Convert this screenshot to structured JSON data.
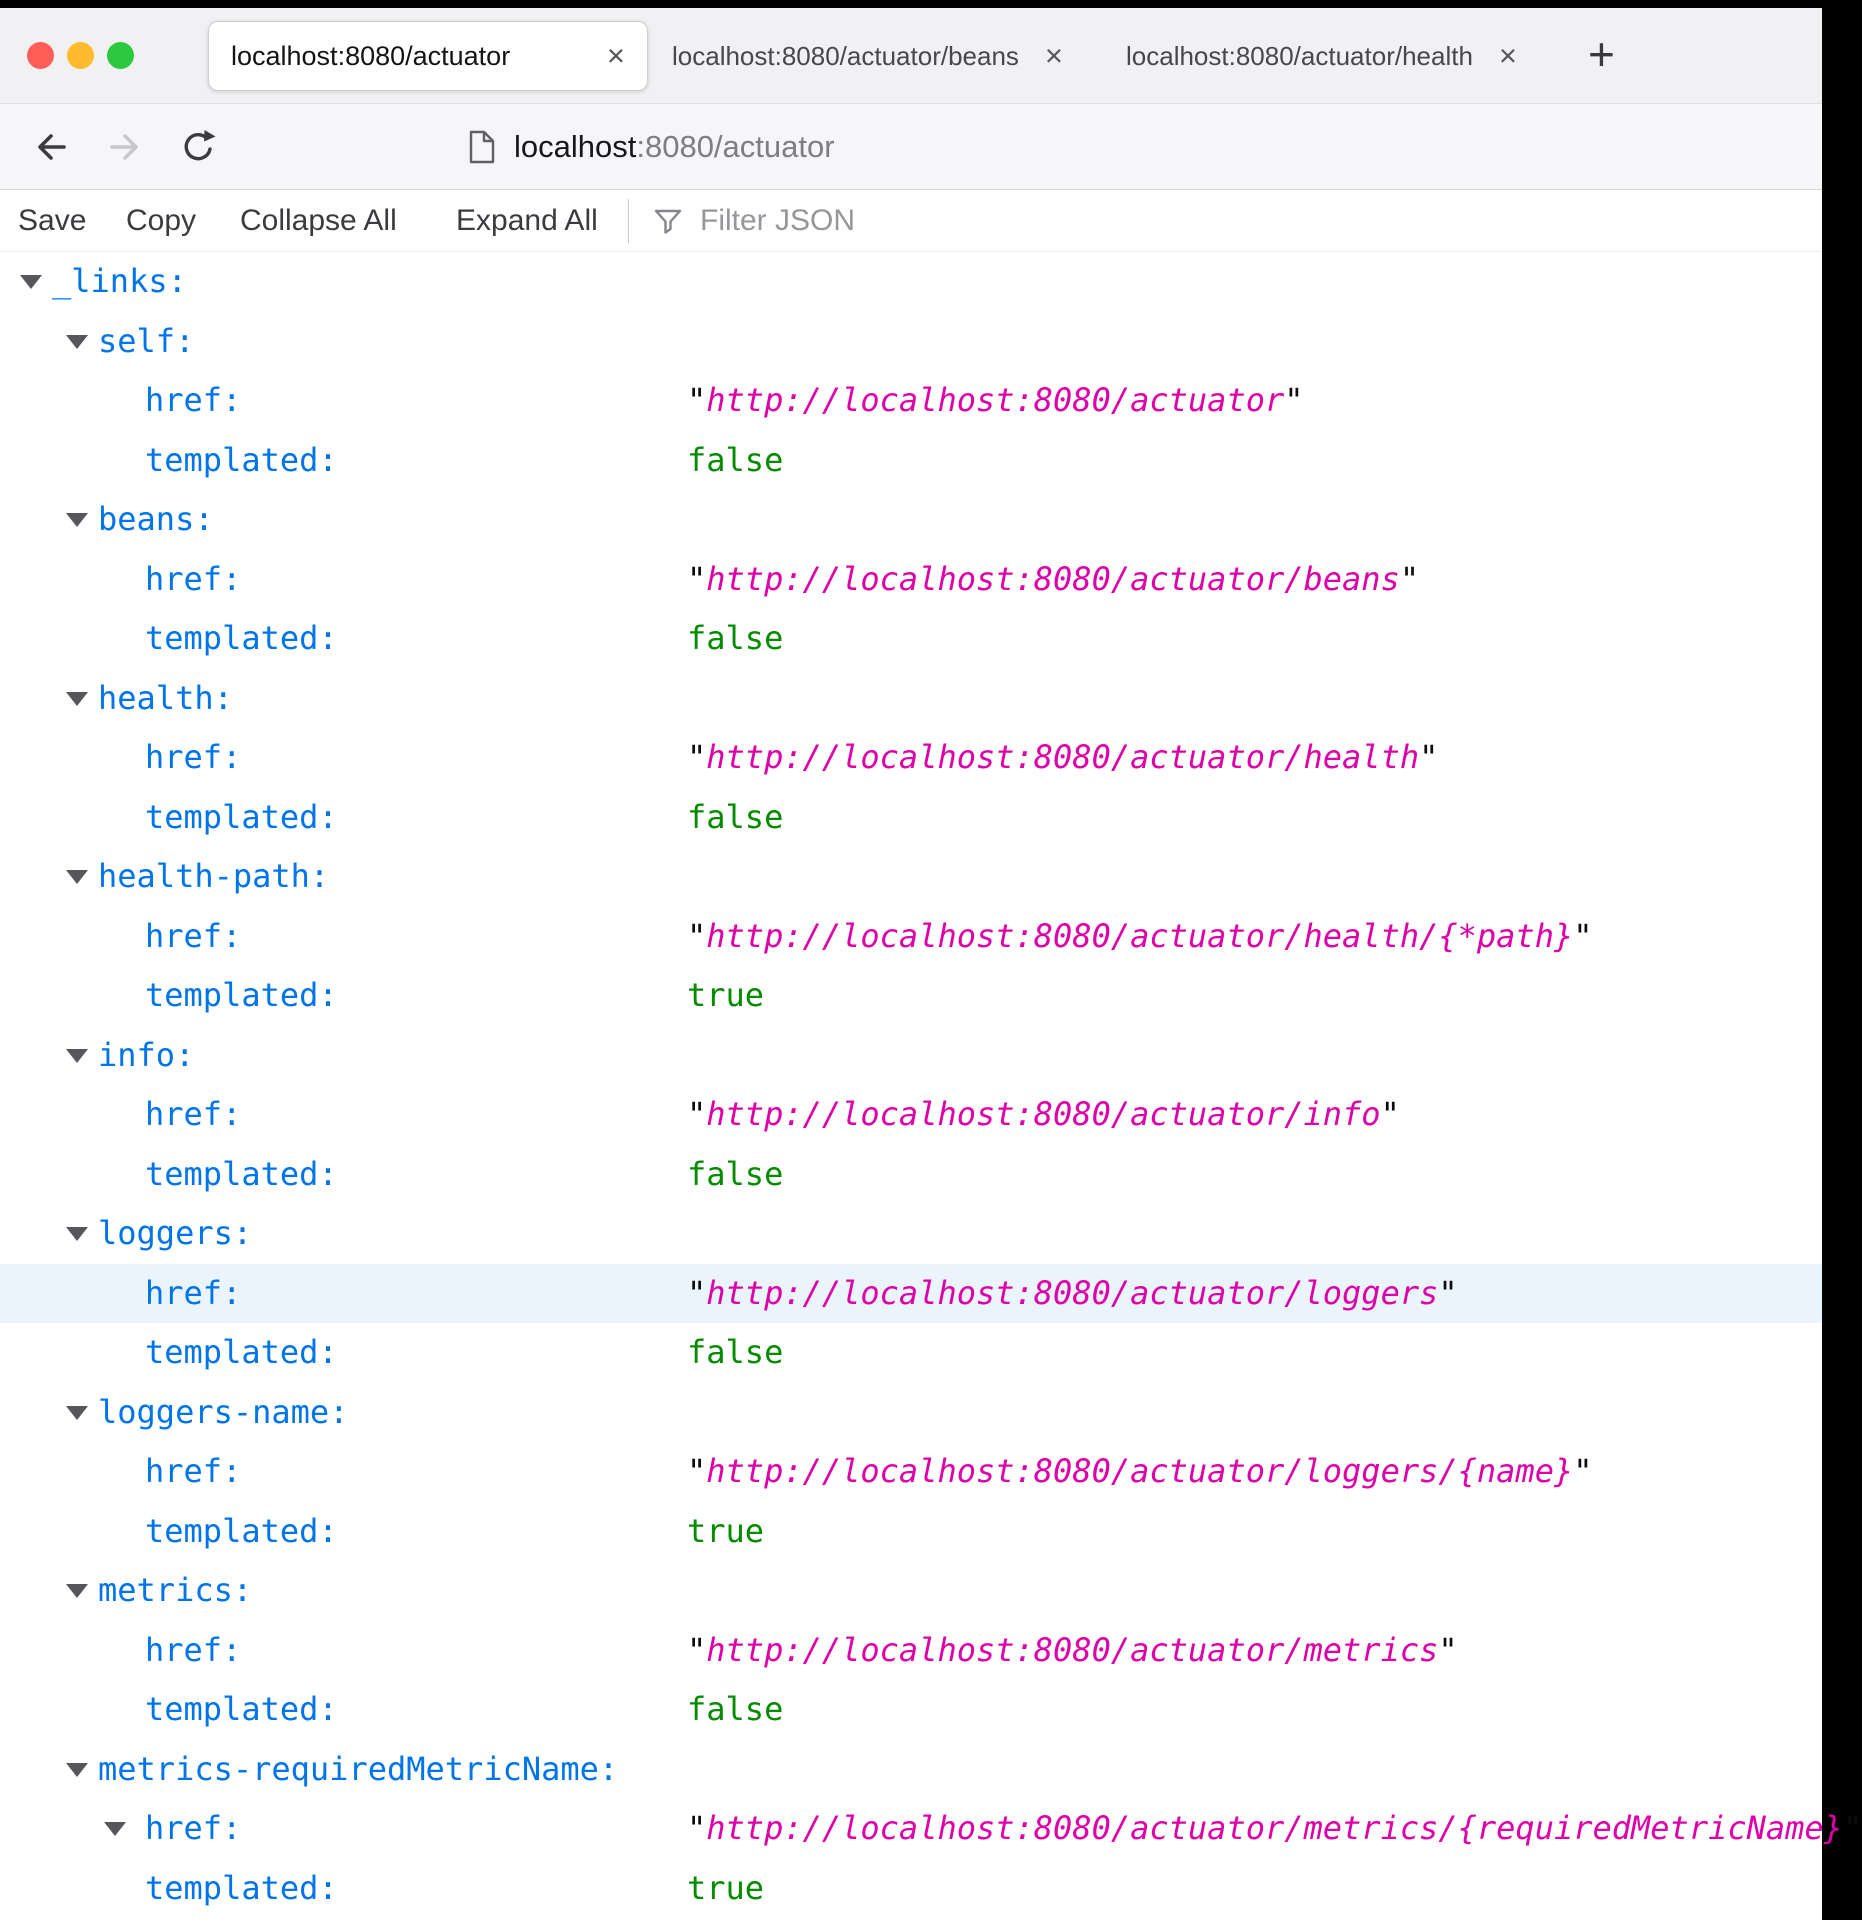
{
  "browser": {
    "tabs": [
      {
        "title": "localhost:8080/actuator",
        "active": true
      },
      {
        "title": "localhost:8080/actuator/beans",
        "active": false
      },
      {
        "title": "localhost:8080/actuator/health",
        "active": false
      }
    ],
    "close_glyph": "×",
    "new_tab_glyph": "+",
    "url": {
      "host": "localhost",
      "path": ":8080/actuator"
    }
  },
  "toolbar": {
    "save": "Save",
    "copy": "Copy",
    "collapse_all": "Collapse All",
    "expand_all": "Expand All",
    "filter_placeholder": "Filter JSON"
  },
  "json_viewer": {
    "root_key": "_links:",
    "key_href": "href:",
    "key_templated": "templated:",
    "quote": "\"",
    "entries": [
      {
        "key": "self:",
        "href": "http://localhost:8080/actuator",
        "templated": "false"
      },
      {
        "key": "beans:",
        "href": "http://localhost:8080/actuator/beans",
        "templated": "false"
      },
      {
        "key": "health:",
        "href": "http://localhost:8080/actuator/health",
        "templated": "false"
      },
      {
        "key": "health-path:",
        "href": "http://localhost:8080/actuator/health/{*path}",
        "templated": "true"
      },
      {
        "key": "info:",
        "href": "http://localhost:8080/actuator/info",
        "templated": "false"
      },
      {
        "key": "loggers:",
        "href": "http://localhost:8080/actuator/loggers",
        "templated": "false",
        "href_row_highlighted": true
      },
      {
        "key": "loggers-name:",
        "href": "http://localhost:8080/actuator/loggers/{name}",
        "templated": "true"
      },
      {
        "key": "metrics:",
        "href": "http://localhost:8080/actuator/metrics",
        "templated": "false"
      },
      {
        "key": "metrics-requiredMetricName:",
        "href": "http://localhost:8080/actuator/metrics/{requiredMetricName}",
        "templated": "true",
        "href_has_twisty": true
      }
    ]
  },
  "colors": {
    "key_color": "#0074e8",
    "string_color": "#dd00a9",
    "bool_color": "#058b00",
    "quote_color": "#0c0c0d",
    "highlight_row": "#eaf4fc"
  }
}
